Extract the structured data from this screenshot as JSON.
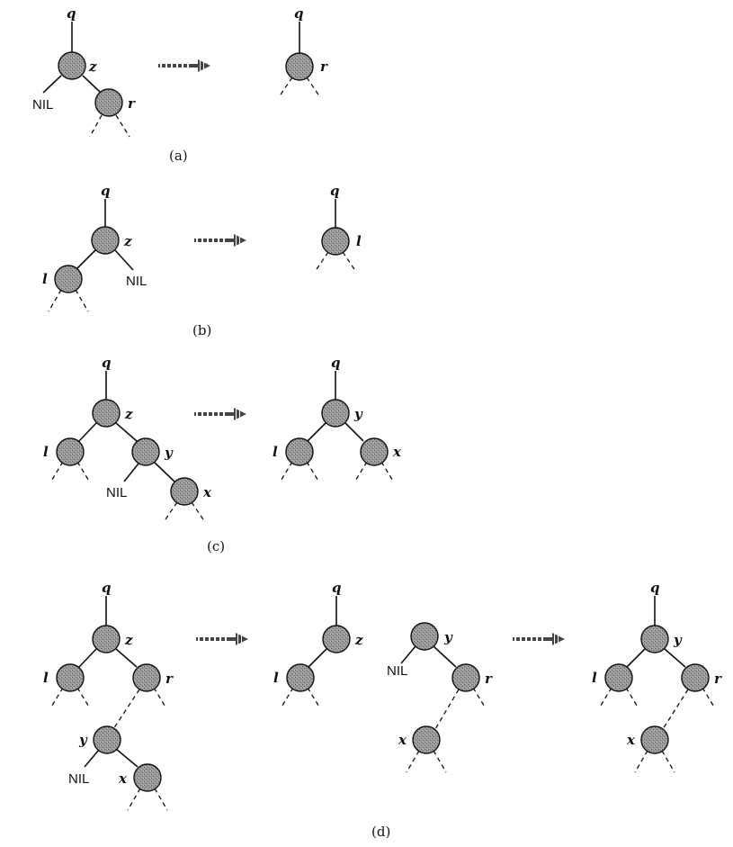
{
  "nil_text": "NIL",
  "node_fill": "#8c8c8c",
  "panels": [
    {
      "caption": "(a)",
      "trees": [
        {
          "nodes": [
            {
              "id": "z",
              "label": "z"
            },
            {
              "id": "r",
              "label": "r"
            }
          ],
          "root_label": "q",
          "nil_labels": [
            "NIL"
          ]
        },
        {
          "nodes": [
            {
              "id": "r",
              "label": "r"
            }
          ],
          "root_label": "q"
        }
      ]
    },
    {
      "caption": "(b)",
      "trees": [
        {
          "nodes": [
            {
              "id": "z",
              "label": "z"
            },
            {
              "id": "l",
              "label": "l"
            }
          ],
          "root_label": "q",
          "nil_labels": [
            "NIL"
          ]
        },
        {
          "nodes": [
            {
              "id": "l",
              "label": "l"
            }
          ],
          "root_label": "q"
        }
      ]
    },
    {
      "caption": "(c)",
      "trees": [
        {
          "nodes": [
            {
              "id": "z",
              "label": "z"
            },
            {
              "id": "l",
              "label": "l"
            },
            {
              "id": "y",
              "label": "y"
            },
            {
              "id": "x",
              "label": "x"
            }
          ],
          "root_label": "q",
          "nil_labels": [
            "NIL"
          ]
        },
        {
          "nodes": [
            {
              "id": "y",
              "label": "y"
            },
            {
              "id": "l",
              "label": "l"
            },
            {
              "id": "x",
              "label": "x"
            }
          ],
          "root_label": "q"
        }
      ]
    },
    {
      "caption": "(d)",
      "trees": [
        {
          "nodes": [
            {
              "id": "z",
              "label": "z"
            },
            {
              "id": "l",
              "label": "l"
            },
            {
              "id": "r",
              "label": "r"
            },
            {
              "id": "y",
              "label": "y"
            },
            {
              "id": "x",
              "label": "x"
            }
          ],
          "root_label": "q",
          "nil_labels": [
            "NIL"
          ]
        },
        {
          "nodes": [
            {
              "id": "z",
              "label": "z"
            },
            {
              "id": "l",
              "label": "l"
            },
            {
              "id": "y",
              "label": "y"
            },
            {
              "id": "r",
              "label": "r"
            },
            {
              "id": "x",
              "label": "x"
            }
          ],
          "root_label": "q",
          "nil_labels": [
            "NIL"
          ]
        },
        {
          "nodes": [
            {
              "id": "y",
              "label": "y"
            },
            {
              "id": "l",
              "label": "l"
            },
            {
              "id": "r",
              "label": "r"
            },
            {
              "id": "x",
              "label": "x"
            }
          ],
          "root_label": "q"
        }
      ]
    }
  ]
}
